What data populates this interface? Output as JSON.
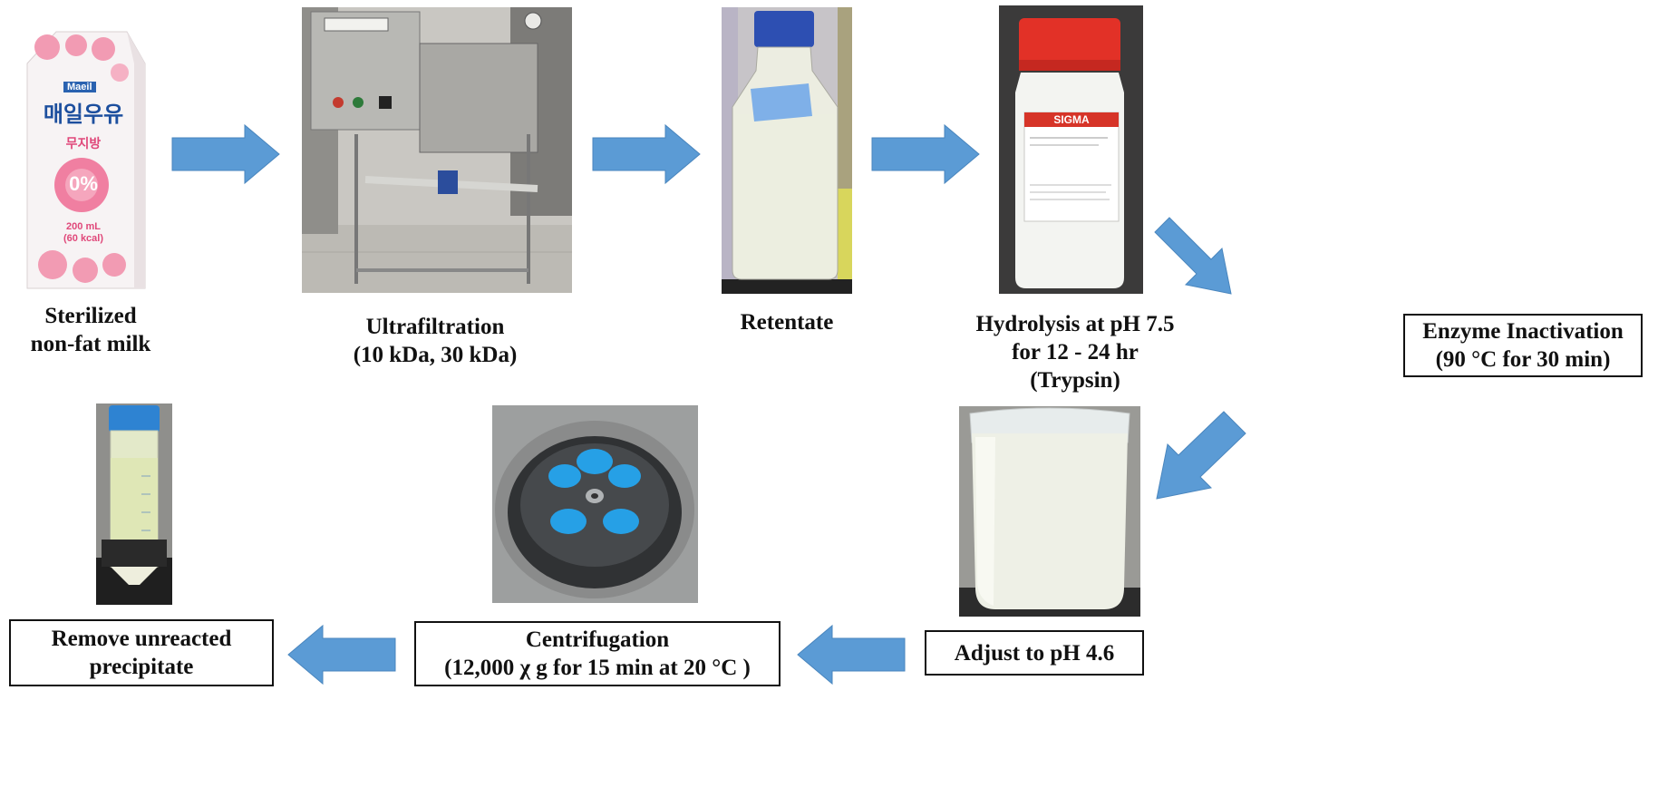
{
  "steps": {
    "milk": {
      "caption": "Sterilized\nnon-fat milk",
      "carton_brand": "Maeil",
      "carton_title": "매일우유",
      "carton_subtitle": "무지방",
      "carton_fat": "0%",
      "carton_volume": "200 mL\n(60 kcal)"
    },
    "ultrafiltration": {
      "caption": "Ultrafiltration\n(10 kDa, 30 kDa)"
    },
    "retentate": {
      "caption": "Retentate"
    },
    "hydrolysis": {
      "caption": "Hydrolysis at pH 7.5\nfor 12 - 24 hr\n(Trypsin)",
      "bottle_brand": "SIGMA"
    },
    "inactivation": {
      "caption": "Enzyme Inactivation\n(90 °C for 30 min)"
    },
    "adjust": {
      "caption": "Adjust to pH 4.6"
    },
    "centrifugation": {
      "caption": "Centrifugation\n(12,000 χ g for 15 min at 20 °C )"
    },
    "remove": {
      "caption": "Remove unreacted\nprecipitate"
    }
  },
  "colors": {
    "arrow_fill": "#5b9bd5",
    "arrow_stroke": "#4a86be",
    "box_border": "#111111"
  }
}
